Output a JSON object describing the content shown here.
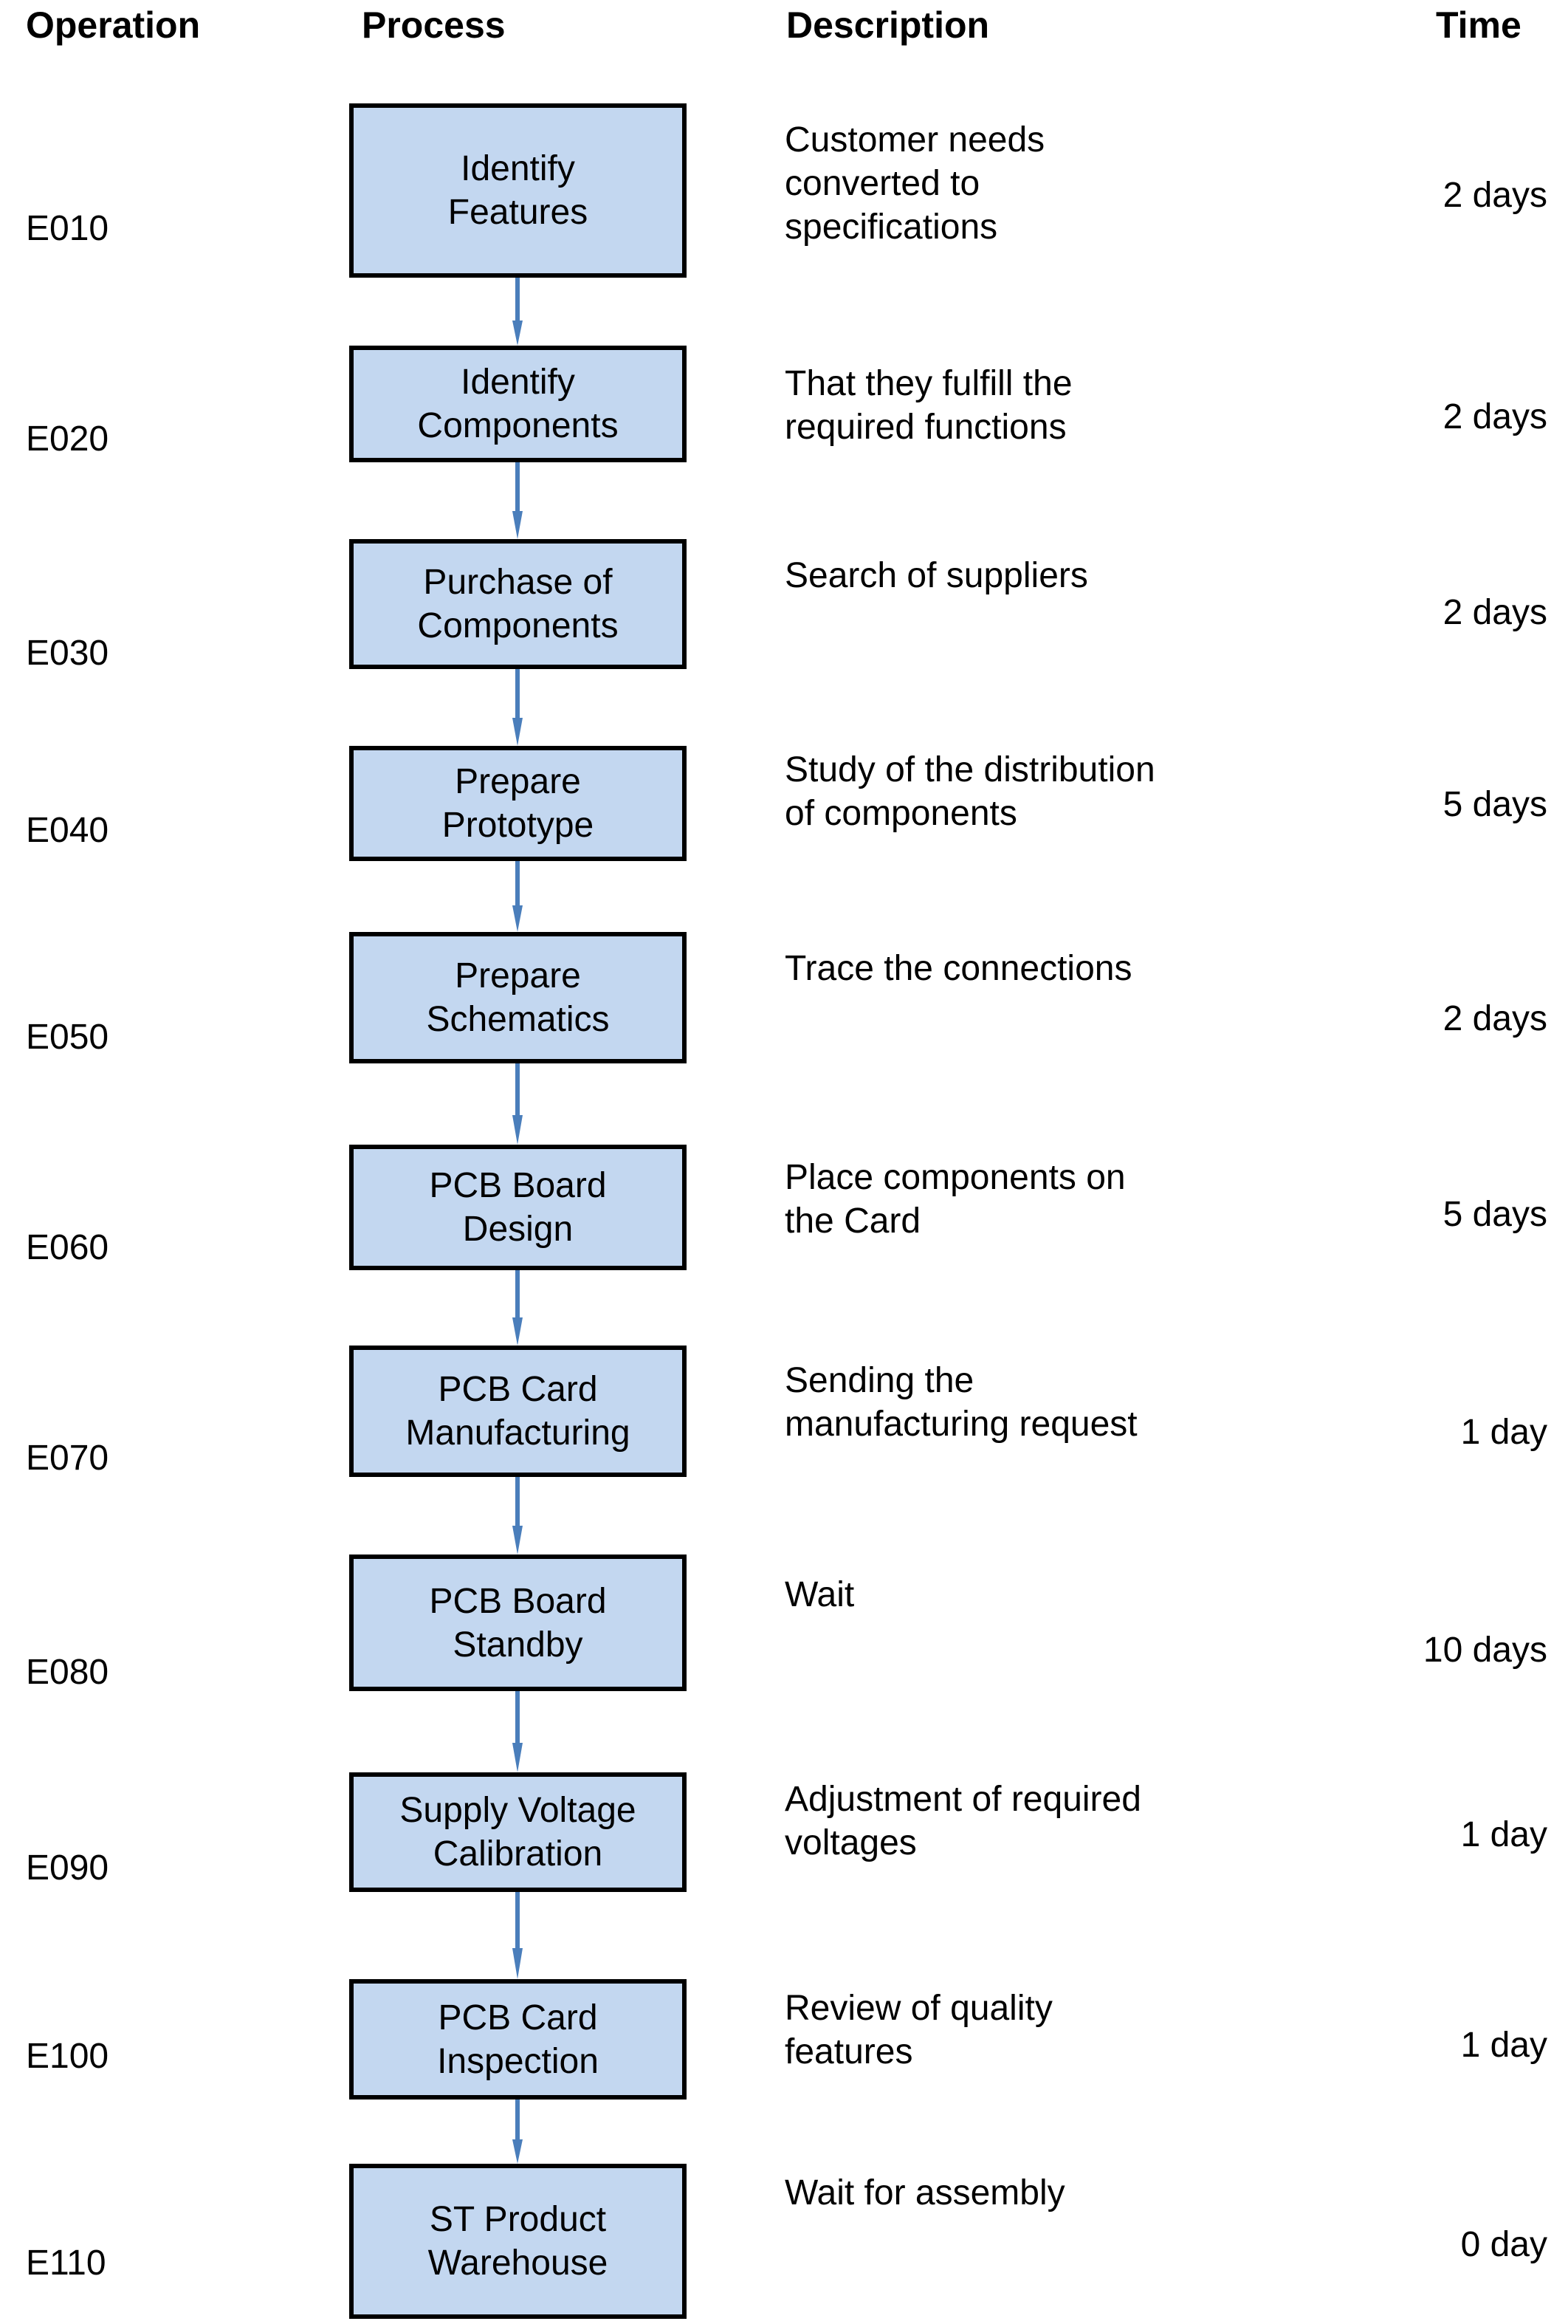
{
  "diagram": {
    "title_columns": {
      "operation": "Operation",
      "process": "Process",
      "description": "Description",
      "time": "Time"
    },
    "accent_colors": {
      "box_fill": "#c3d7f0",
      "box_border": "#000000",
      "arrow": "#4a7ebb",
      "background": "#ffffff",
      "text": "#000000"
    },
    "rows": [
      {
        "operation": "E010",
        "process": "Identify\nFeatures",
        "description": "Customer needs\nconverted to\nspecifications",
        "time": "2 days"
      },
      {
        "operation": "E020",
        "process": "Identify\nComponents",
        "description": "That they fulfill the\nrequired functions",
        "time": "2 days"
      },
      {
        "operation": "E030",
        "process": "Purchase of\nComponents",
        "description": "Search of suppliers",
        "time": "2 days"
      },
      {
        "operation": "E040",
        "process": "Prepare\nPrototype",
        "description": "Study of the distribution\nof components",
        "time": "5 days"
      },
      {
        "operation": "E050",
        "process": "Prepare\nSchematics",
        "description": "Trace the connections",
        "time": "2 days"
      },
      {
        "operation": "E060",
        "process": "PCB Board\nDesign",
        "description": "Place components on\nthe Card",
        "time": "5 days"
      },
      {
        "operation": "E070",
        "process": "PCB Card\nManufacturing",
        "description": "Sending the\nmanufacturing request",
        "time": "1 day"
      },
      {
        "operation": "E080",
        "process": "PCB Board\nStandby",
        "description": "Wait",
        "time": "10 days"
      },
      {
        "operation": "E090",
        "process": "Supply Voltage\nCalibration",
        "description": "Adjustment of required\nvoltages",
        "time": "1 day"
      },
      {
        "operation": "E100",
        "process": "PCB Card\nInspection",
        "description": "Review of quality\nfeatures",
        "time": "1 day"
      },
      {
        "operation": "E110",
        "process": "ST Product\nWarehouse",
        "description": "Wait for assembly",
        "time": "0 day"
      }
    ]
  }
}
